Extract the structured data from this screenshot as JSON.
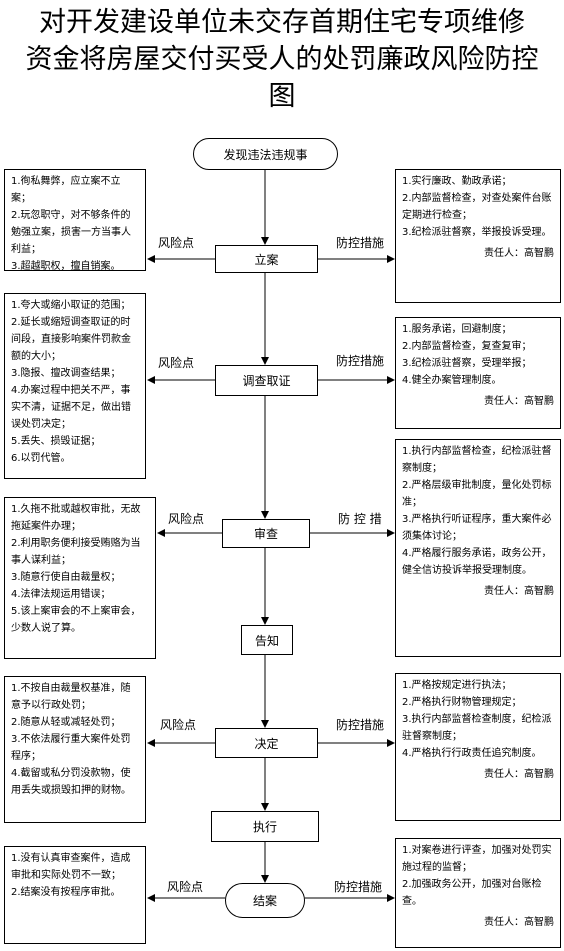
{
  "title": [
    "对开发建设单位未交存首期住宅专项维修",
    "资金将房屋交付买受人的处罚廉政风险防控",
    "图"
  ],
  "start": "发现违法违规事",
  "labels": {
    "risk": "风险点",
    "measure": "防控措施",
    "measure_spaced": "防 控 措"
  },
  "stages": [
    {
      "name": "立案",
      "risks": [
        "1.徇私舞弊，应立案不立案；",
        "2.玩忽职守，对不够条件的勉强立案，损害一方当事人利益；",
        "3.超越职权，擅自销案。"
      ],
      "measures": [
        "1.实行廉政、勤政承诺；",
        "2.内部监督检查，对查处案件台账定期进行检查；",
        "3.纪检派驻督察，举报投诉受理。"
      ],
      "responsible": "责任人：高智鹏"
    },
    {
      "name": "调查取证",
      "risks": [
        "1.夸大或缩小取证的范围；",
        "2.延长或缩短调查取证的时间段，直接影响案件罚款金额的大小；",
        "3.隐报、擅改调查结果；",
        "4.办案过程中把关不严，事实不清，证据不足，做出错误处罚决定；",
        "5.丢失、损毁证据；",
        "6.以罚代管。"
      ],
      "measures": [
        "1.服务承诺，回避制度；",
        "2.内部监督检查，复查复审；",
        "3.纪检派驻督察，受理举报；",
        "4.健全办案管理制度。"
      ],
      "responsible": "责任人：高智鹏"
    },
    {
      "name": "审查",
      "risks": [
        "1.久拖不批或越权审批，无故拖延案件办理；",
        "2.利用职务便利接受贿赂为当事人谋利益；",
        "3.随意行使自由裁量权；",
        "4.法律法规运用错误；",
        "5.该上案审会的不上案审会，少数人说了算。"
      ],
      "measures": [
        "1.执行内部监督检查，纪检派驻督察制度；",
        "2.严格层级审批制度，量化处罚标准；",
        "3.严格执行听证程序，重大案件必须集体讨论；",
        "4.严格履行服务承诺，政务公开，健全信访投诉举报受理制度。"
      ],
      "responsible": "责任人：高智鹏"
    },
    {
      "name": "告知"
    },
    {
      "name": "决定",
      "risks": [
        "1.不按自由裁量权基准，随意予以行政处罚；",
        "2.随意从轻或减轻处罚；",
        "3.不依法履行重大案件处罚程序；",
        "4.截留或私分罚没款物，使用丢失或损毁扣押的财物。"
      ],
      "measures": [
        "1.严格按规定进行执法；",
        "2.严格执行财物管理规定；",
        "3.执行内部监督检查制度，纪检派驻督察制度；",
        "4.严格执行行政责任追究制度。"
      ],
      "responsible": "责任人：高智鹏"
    },
    {
      "name": "执行"
    },
    {
      "name": "结案",
      "risks": [
        "1.没有认真审查案件，造成审批和实际处罚不一致；",
        "2.结案没有按程序审批。"
      ],
      "measures": [
        "1.对案卷进行评查，加强对处罚实施过程的监督；",
        "2.加强政务公开，加强对台账检查。"
      ],
      "responsible": "责任人：高智鹏"
    }
  ]
}
